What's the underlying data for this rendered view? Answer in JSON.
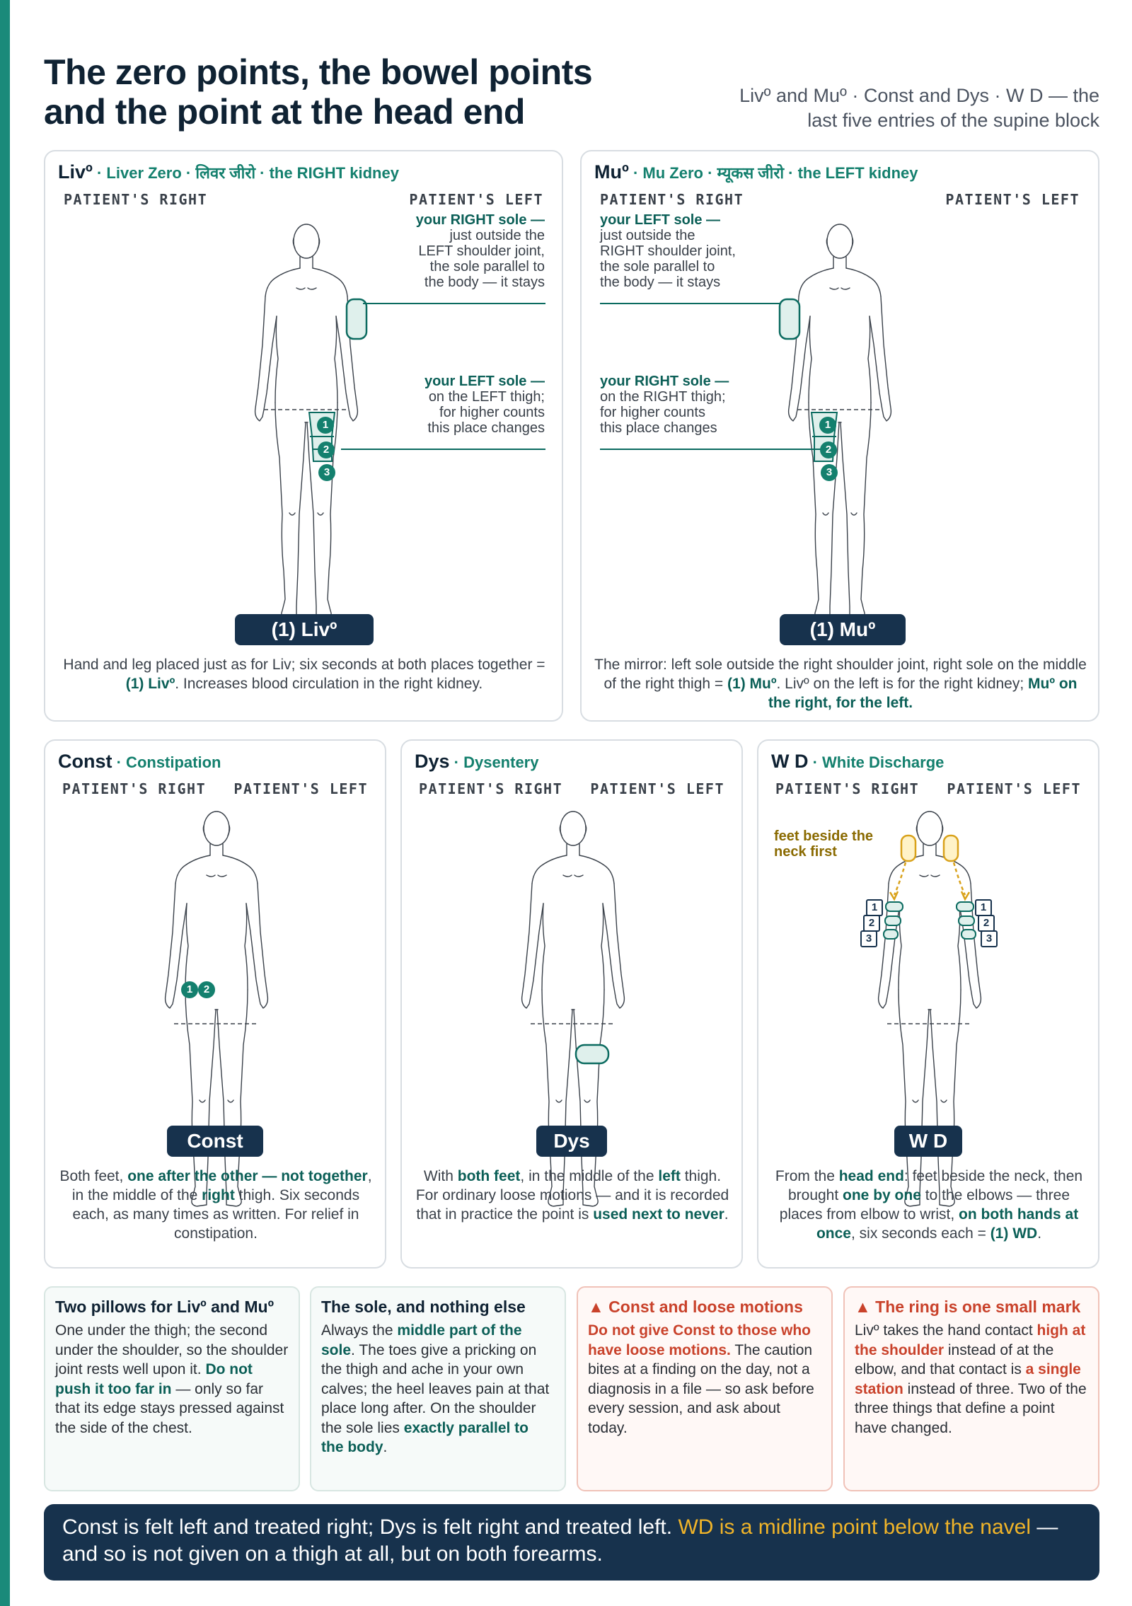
{
  "header": {
    "title_line1": "The zero points, the bowel points",
    "title_line2": "and the point at the head end",
    "subtitle_line1": "Livº and Muº · Const and Dys · W D — the",
    "subtitle_line2": "last five entries of the supine block"
  },
  "labels": {
    "right": "PATIENT'S RIGHT",
    "left": "PATIENT'S LEFT"
  },
  "liv": {
    "abbr": "Livº",
    "subtitle": " · Liver Zero · लिवर जीरो · the RIGHT kidney",
    "ann1_bold": "your RIGHT sole —",
    "ann1_rest": [
      "just outside the",
      "LEFT shoulder joint,",
      "the sole parallel to",
      "the body — it stays"
    ],
    "ann2_bold": "your LEFT sole —",
    "ann2_rest": [
      "on the LEFT thigh;",
      "for higher counts",
      "this place changes"
    ],
    "badge": "(1) Livº",
    "desc_a": "Hand and leg placed just as for Liv; six seconds at both places together = ",
    "desc_b": "(1) Livº",
    "desc_c": ". Increases blood circulation in the right kidney."
  },
  "mu": {
    "abbr": "Muº",
    "subtitle": " · Mu Zero · म्यूकस जीरो · the LEFT kidney",
    "ann1_bold": "your LEFT sole —",
    "ann1_rest": [
      "just outside the",
      "RIGHT shoulder joint,",
      "the sole parallel to",
      "the body — it stays"
    ],
    "ann2_bold": "your RIGHT sole —",
    "ann2_rest": [
      "on the RIGHT thigh;",
      "for higher counts",
      "this place changes"
    ],
    "badge": "(1) Muº",
    "desc_a": "The mirror: left sole outside the right shoulder joint, right sole on the middle of the right thigh = ",
    "desc_b": "(1) Muº",
    "desc_c": ". Livº on the left is for the right kidney; ",
    "desc_d": "Muº on the right, for the left."
  },
  "const": {
    "abbr": "Const",
    "subtitle": " · Constipation",
    "badge": "Const",
    "desc": [
      "Both feet, ",
      "one after the other — not together",
      ", in the middle of the ",
      "right",
      " thigh. Six seconds each, as many times as written. For relief in constipation."
    ]
  },
  "dys": {
    "abbr": "Dys",
    "subtitle": " · Dysentery",
    "badge": "Dys",
    "desc": [
      "With ",
      "both feet",
      ", in the middle of the ",
      "left",
      " thigh. For ordinary loose motions — and it is recorded that in practice the point is ",
      "used next to never",
      "."
    ]
  },
  "wd": {
    "abbr": "W D",
    "subtitle": " · White Discharge",
    "ann_line1": "feet beside the",
    "ann_line2": "neck first",
    "badge": "W D",
    "desc": [
      "From the ",
      "head end",
      ": feet beside the neck, then brought ",
      "one by one",
      " to the elbows — three places from elbow to wrist, ",
      "on both hands at once",
      ", six seconds each = ",
      "(1) WD",
      "."
    ]
  },
  "numbers": [
    "1",
    "2",
    "3"
  ],
  "tips": [
    {
      "title": "Two pillows for Livº and Muº",
      "parts": [
        "One under the thigh; the second under the shoulder, so the shoulder joint rests well upon it. ",
        "Do not push it too far in",
        " — only so far that its edge stays pressed against the side of the chest."
      ]
    },
    {
      "title": "The sole, and nothing else",
      "parts": [
        "Always the ",
        "middle part of the sole",
        ". The toes give a pricking on the thigh and ache in your own calves; the heel leaves pain at that place long after. On the shoulder the sole lies ",
        "exactly parallel to the body",
        "."
      ]
    },
    {
      "title": "▲ Const and loose motions",
      "parts": [
        "",
        "Do not give Const to those who have loose motions.",
        " The caution bites at a finding on the day, not a diagnosis in a file — so ask before every session, and ask about today."
      ]
    },
    {
      "title": "▲ The ring is one small mark",
      "parts": [
        "Livº takes the hand contact ",
        "high at the shoulder",
        " instead of at the elbow, and that contact is ",
        "a single station",
        " instead of three. Two of the three things that define a point have changed."
      ]
    }
  ],
  "bottom": {
    "a": "Const is felt left and treated right; Dys is felt right and treated left. ",
    "b": "WD is a midline point below the navel",
    "c": " — and so is not given on a thigh at all, but on both forearms."
  },
  "colors": {
    "teal": "#14806e",
    "navy": "#17324d",
    "warn": "#c9422b",
    "gold": "#d9a21b"
  }
}
